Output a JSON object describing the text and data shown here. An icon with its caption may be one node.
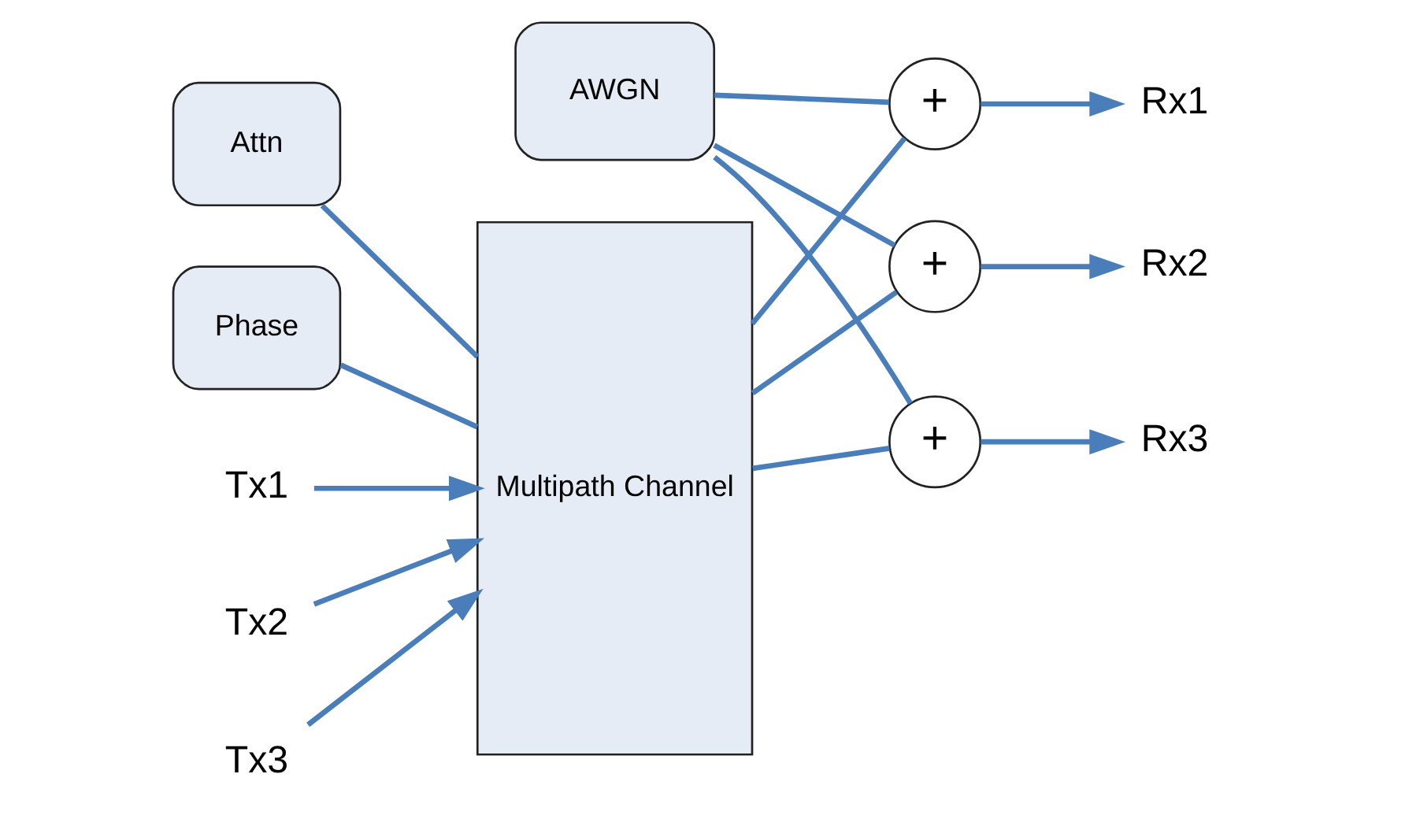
{
  "diagram": {
    "nodes": [
      {
        "text": [
          "Attn"
        ]
      },
      {
        "text": [
          "Phase"
        ]
      },
      {
        "text": [
          "AWGN"
        ]
      },
      {
        "text": [
          "Multipath Channel"
        ]
      },
      {
        "text": [
          "+"
        ]
      },
      {
        "text": [
          "+"
        ]
      },
      {
        "text": [
          "+"
        ]
      },
      {
        "text": [
          "Tx1"
        ]
      },
      {
        "text": [
          "Tx2"
        ]
      },
      {
        "text": [
          "Tx3"
        ]
      },
      {
        "text": [
          "Rx1"
        ]
      },
      {
        "text": [
          "Rx2"
        ]
      },
      {
        "text": [
          "Rx3"
        ]
      }
    ],
    "edges": [
      {
        "from": 0,
        "to": 3,
        "arrow": "none"
      },
      {
        "from": 1,
        "to": 3,
        "arrow": "none"
      },
      {
        "from": 7,
        "to": 3,
        "arrow": "to"
      },
      {
        "from": 8,
        "to": 3,
        "arrow": "to"
      },
      {
        "from": 9,
        "to": 3,
        "arrow": "to"
      },
      {
        "from": 3,
        "to": 4,
        "arrow": "none"
      },
      {
        "from": 3,
        "to": 5,
        "arrow": "none"
      },
      {
        "from": 3,
        "to": 6,
        "arrow": "none"
      },
      {
        "from": 2,
        "to": 4,
        "arrow": "none"
      },
      {
        "from": 2,
        "to": 5,
        "arrow": "none"
      },
      {
        "from": 2,
        "to": 6,
        "arrow": "none"
      },
      {
        "from": 4,
        "to": 10,
        "arrow": "to"
      },
      {
        "from": 5,
        "to": 11,
        "arrow": "to"
      },
      {
        "from": 6,
        "to": 12,
        "arrow": "to"
      }
    ]
  }
}
